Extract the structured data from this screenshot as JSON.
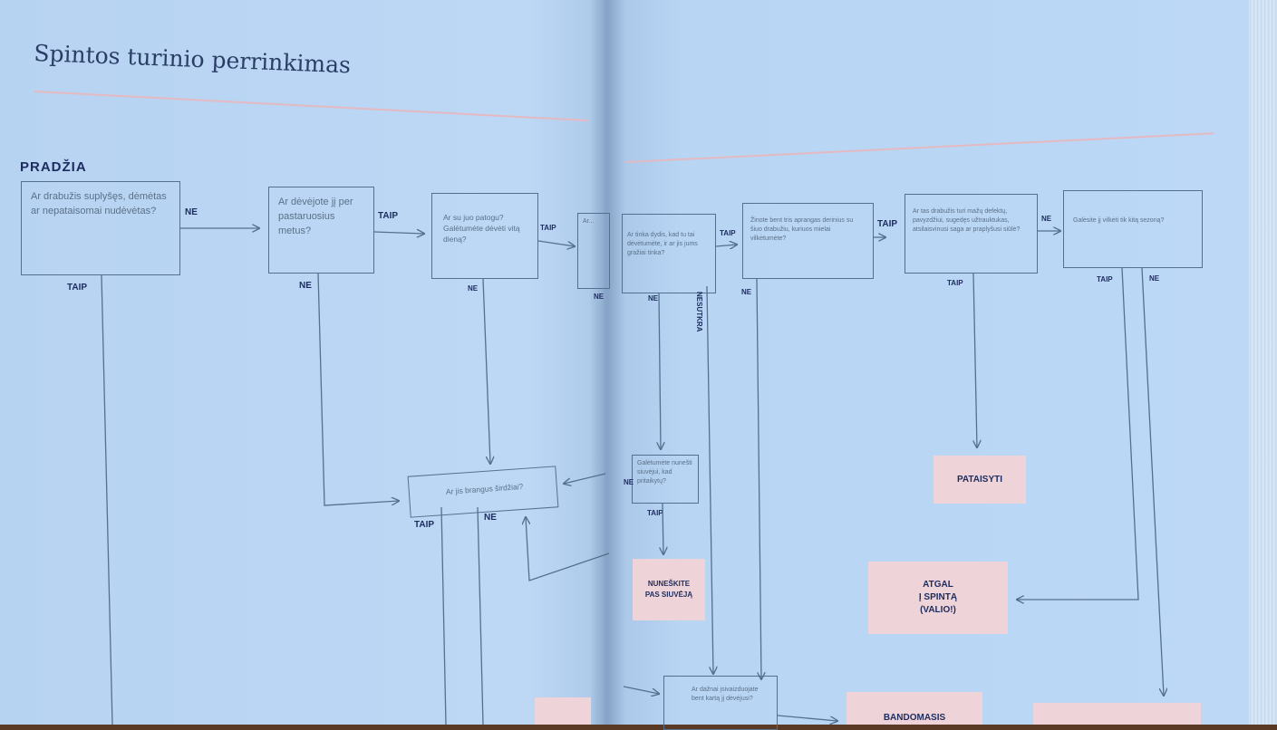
{
  "page_title": "Spintos turinio perrinkimas",
  "start_label": "PRADŽIA",
  "questions": {
    "q1": "Ar drabužis suplyšęs, dėmėtas ar nepataisomai nudėvėtas?",
    "q2": "Ar dėvėjote jį per pastaruosius metus?",
    "q3": "Ar su juo patogu? Galėtumėte dėvėti vitą dieną?",
    "q4": "Ar...",
    "q5": "Ar jis brangus širdžiai?",
    "q6": "Ar tinka dydis, kad tu tai dėvėtumėte, ir ar jis jums gražiai tinka?",
    "q7": "Žinote bent tris aprangas derinius su šiuo drabužiu, kuriuos mielai vilkėtumėte?",
    "q8": "Ar tas drabužis turi mažų defektų, pavyzdžiui, sugedęs užtrauktukas, atsilaisvinusi saga ar praplyšusi siūlė?",
    "q9": "Galėsite jį vilkėti tik kitą sezoną?",
    "q10": "Galėtumėte nunešti siuvėjui, kad pritaikytų?",
    "q11": "Ar dažnai įsivaizduojate bent kartą jį dėvėjusi?"
  },
  "labels": {
    "ne": "NE",
    "taip": "TAIP",
    "nesutinka": "NESUTKRA"
  },
  "outcomes": {
    "pataisyti": "PATAISYTI",
    "atgal": "ATGAL\nĮ SPINTĄ\n(VALIO!)",
    "siuvejas": "NUNEŠKITE\nPAS SIUVĖJĄ",
    "bandomasis": "BANDOMASIS"
  },
  "colors": {
    "page": "#b9d6f4",
    "ink": "#1d2c5e",
    "outcome_fill": "#eed4d8",
    "rule": "#e4b9c2"
  }
}
